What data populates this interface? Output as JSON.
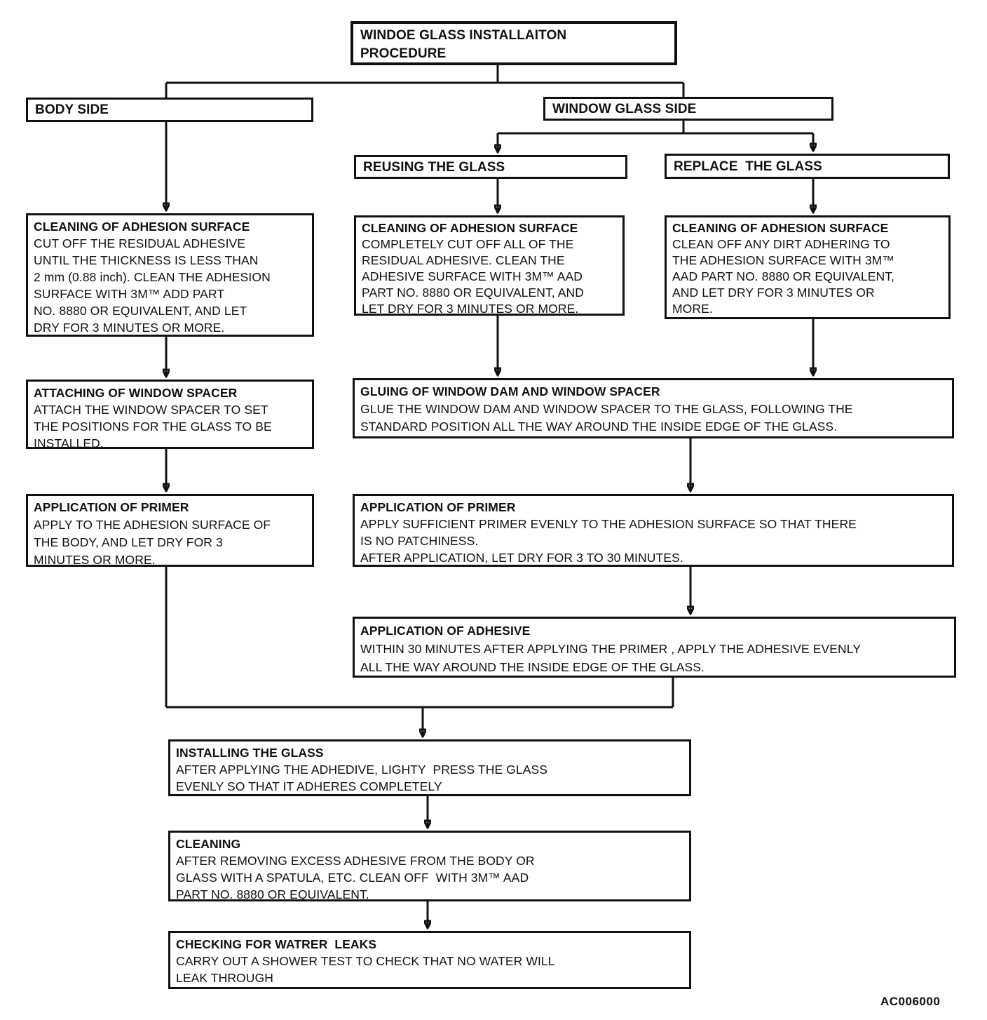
{
  "page": {
    "background": "#ffffff",
    "ink_color": "#111111",
    "figure_code": "AC006000"
  },
  "nodes": {
    "title": {
      "text": "WINDOE GLASS INSTALLAITON\nPROCEDURE"
    },
    "body_side": {
      "text": "BODY SIDE"
    },
    "window_glass_side": {
      "text": "WINDOW GLASS SIDE"
    },
    "reusing": {
      "text": "REUSING THE GLASS"
    },
    "replace": {
      "text": "REPLACE  THE GLASS"
    },
    "clean_body": {
      "heading": "CLEANING OF ADHESION SURFACE",
      "body": "CUT OFF THE RESIDUAL ADHESIVE\nUNTIL THE THICKNESS IS LESS THAN\n2 mm (0.88 inch). CLEAN THE ADHESION\nSURFACE WITH 3M™ ADD PART\nNO. 8880 OR EQUIVALENT, AND LET\nDRY FOR 3 MINUTES OR MORE."
    },
    "clean_reuse": {
      "heading": "CLEANING OF ADHESION SURFACE",
      "body": "COMPLETELY CUT OFF ALL OF THE\nRESIDUAL ADHESIVE. CLEAN THE\nADHESIVE SURFACE WITH 3M™ AAD\nPART NO. 8880 OR EQUIVALENT, AND\nLET DRY FOR 3 MINUTES OR MORE."
    },
    "clean_replace": {
      "heading": "CLEANING OF ADHESION SURFACE",
      "body": "CLEAN OFF ANY DIRT ADHERING TO\nTHE ADHESION SURFACE WITH 3M™\nAAD PART NO. 8880 OR EQUIVALENT,\nAND LET DRY FOR 3 MINUTES OR\nMORE."
    },
    "attaching": {
      "heading": "ATTACHING OF WINDOW SPACER",
      "body": "ATTACH THE WINDOW SPACER TO SET\nTHE POSITIONS FOR THE GLASS TO BE\nINSTALLED."
    },
    "gluing": {
      "heading": "GLUING OF WINDOW DAM AND WINDOW SPACER",
      "body": "GLUE THE WINDOW DAM AND WINDOW SPACER TO THE GLASS, FOLLOWING THE\nSTANDARD POSITION ALL THE WAY AROUND THE INSIDE EDGE OF THE GLASS."
    },
    "primer_body": {
      "heading": "APPLICATION OF PRIMER",
      "body": "APPLY TO THE ADHESION SURFACE OF\nTHE BODY, AND LET DRY FOR 3\nMINUTES OR MORE."
    },
    "primer_glass": {
      "heading": "APPLICATION OF PRIMER",
      "body": "APPLY SUFFICIENT PRIMER EVENLY TO THE ADHESION SURFACE SO THAT THERE\nIS NO PATCHINESS.\nAFTER APPLICATION, LET DRY FOR 3 TO 30 MINUTES."
    },
    "adhesive": {
      "heading": "APPLICATION OF ADHESIVE",
      "body": "WITHIN 30 MINUTES AFTER APPLYING THE PRIMER , APPLY THE ADHESIVE EVENLY\nALL THE WAY AROUND THE INSIDE EDGE OF THE GLASS."
    },
    "installing": {
      "heading": "INSTALLING THE GLASS",
      "body": "AFTER APPLYING THE ADHEDIVE, LIGHTY  PRESS THE GLASS\nEVENLY SO THAT IT ADHERES COMPLETELY"
    },
    "cleaning": {
      "heading": "CLEANING",
      "body": "AFTER REMOVING EXCESS ADHESIVE FROM THE BODY OR\nGLASS WITH A SPATULA, ETC. CLEAN OFF  WITH 3M™ AAD\nPART NO. 8880 OR EQUIVALENT."
    },
    "checking": {
      "heading": "CHECKING FOR WATRER  LEAKS",
      "body": "CARRY OUT A SHOWER TEST TO CHECK THAT NO WATER WILL\nLEAK THROUGH"
    }
  }
}
